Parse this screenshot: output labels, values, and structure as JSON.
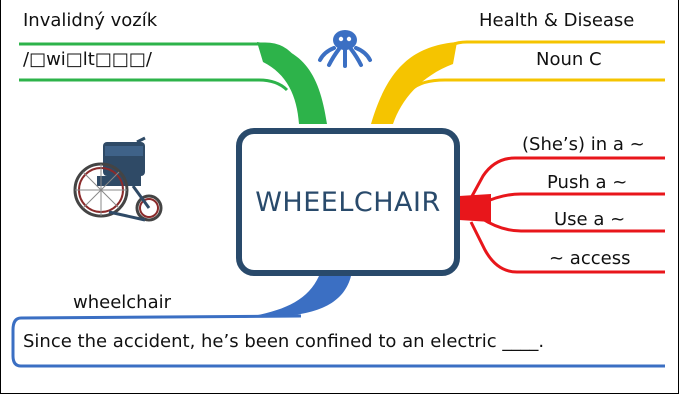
{
  "mindmap": {
    "center_word": "WHEELCHAIR",
    "top_left": {
      "translation": "Invalidný vozík",
      "pronunciation": "/□wi□lt□□□/"
    },
    "top_right": {
      "topic": "Health & Disease",
      "word_class": "Noun C"
    },
    "right_collocations": [
      "(She’s) in a ~",
      "Push a ~",
      "Use a ~",
      "~ access"
    ],
    "bottom": {
      "word": "wheelchair",
      "example": "Since the accident, he’s been confined to an electric ____."
    }
  },
  "branch_colors": {
    "green": "#2db34a",
    "yellow": "#f5c400",
    "red": "#e8161b",
    "blue": "#3b6fc3",
    "navy": "#294a6b"
  },
  "icons": [
    "octopus-logo-icon",
    "wheelchair-image"
  ]
}
